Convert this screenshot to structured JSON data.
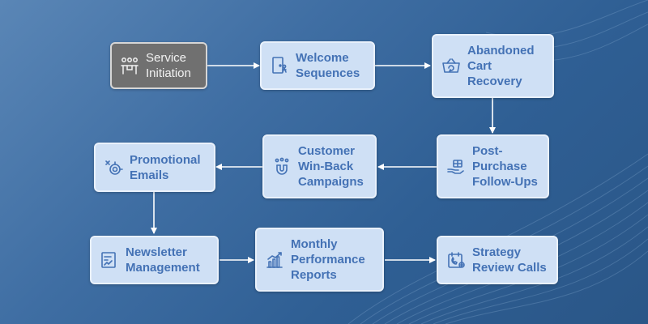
{
  "colors": {
    "node_fill": "#cfe0f5",
    "node_text": "#4472b5",
    "start_fill": "#707070",
    "start_text": "#f2f2f2",
    "arrow": "#ffffff"
  },
  "nodes": [
    {
      "id": "service-initiation",
      "label": "Service\nInitiation",
      "icon": "handshake-people-icon"
    },
    {
      "id": "welcome-sequences",
      "label": "Welcome\nSequences",
      "icon": "door-welcome-icon"
    },
    {
      "id": "abandoned-cart-recovery",
      "label": "Abandoned\nCart\nRecovery",
      "icon": "basket-refresh-icon"
    },
    {
      "id": "post-purchase-follow-ups",
      "label": "Post-\nPurchase\nFollow-Ups",
      "icon": "gift-hand-icon"
    },
    {
      "id": "customer-win-back-campaigns",
      "label": "Customer\nWin-Back\nCampaigns",
      "icon": "magnet-people-icon"
    },
    {
      "id": "promotional-emails",
      "label": "Promotional\nEmails",
      "icon": "target-cog-icon"
    },
    {
      "id": "newsletter-management",
      "label": "Newsletter\nManagement",
      "icon": "document-chart-icon"
    },
    {
      "id": "monthly-performance-reports",
      "label": "Monthly\nPerformance\nReports",
      "icon": "bar-chart-icon"
    },
    {
      "id": "strategy-review-calls",
      "label": "Strategy\nReview Calls",
      "icon": "calendar-phone-icon"
    }
  ],
  "edges": [
    {
      "from": "service-initiation",
      "to": "welcome-sequences"
    },
    {
      "from": "welcome-sequences",
      "to": "abandoned-cart-recovery"
    },
    {
      "from": "abandoned-cart-recovery",
      "to": "post-purchase-follow-ups"
    },
    {
      "from": "post-purchase-follow-ups",
      "to": "customer-win-back-campaigns"
    },
    {
      "from": "customer-win-back-campaigns",
      "to": "promotional-emails"
    },
    {
      "from": "promotional-emails",
      "to": "newsletter-management"
    },
    {
      "from": "newsletter-management",
      "to": "monthly-performance-reports"
    },
    {
      "from": "monthly-performance-reports",
      "to": "strategy-review-calls"
    }
  ]
}
